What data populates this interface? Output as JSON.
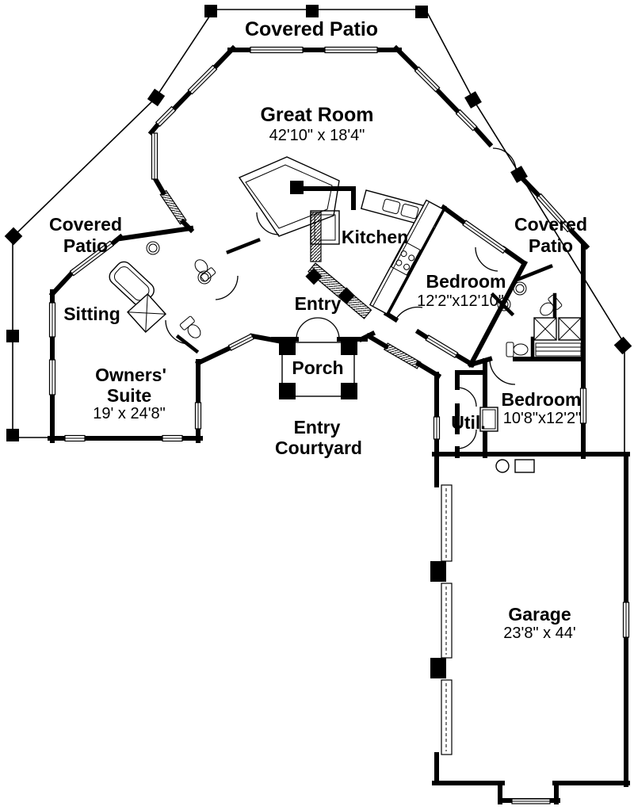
{
  "plan": {
    "colors": {
      "ink": "#000000",
      "paper": "#ffffff"
    },
    "rooms": {
      "covered_patio_top": {
        "label": "Covered Patio"
      },
      "great_room": {
        "label": "Great Room",
        "dims": "42'10\" x 18'4\""
      },
      "covered_patio_left": {
        "line1": "Covered",
        "line2": "Patio"
      },
      "covered_patio_right": {
        "line1": "Covered",
        "line2": "Patio"
      },
      "kitchen": {
        "label": "Kitchen"
      },
      "bedroom_1": {
        "label": "Bedroom",
        "dims": "12'2\"x12'10\""
      },
      "sitting": {
        "label": "Sitting"
      },
      "entry": {
        "label": "Entry"
      },
      "porch": {
        "label": "Porch"
      },
      "owners_suite": {
        "line1": "Owners'",
        "line2": "Suite",
        "dims": "19' x 24'8\""
      },
      "entry_courtyard": {
        "line1": "Entry",
        "line2": "Courtyard"
      },
      "util": {
        "label": "Util."
      },
      "bedroom_2": {
        "label": "Bedroom",
        "dims": "10'8\"x12'2\""
      },
      "garage": {
        "label": "Garage",
        "dims": "23'8\" x 44'"
      }
    }
  }
}
